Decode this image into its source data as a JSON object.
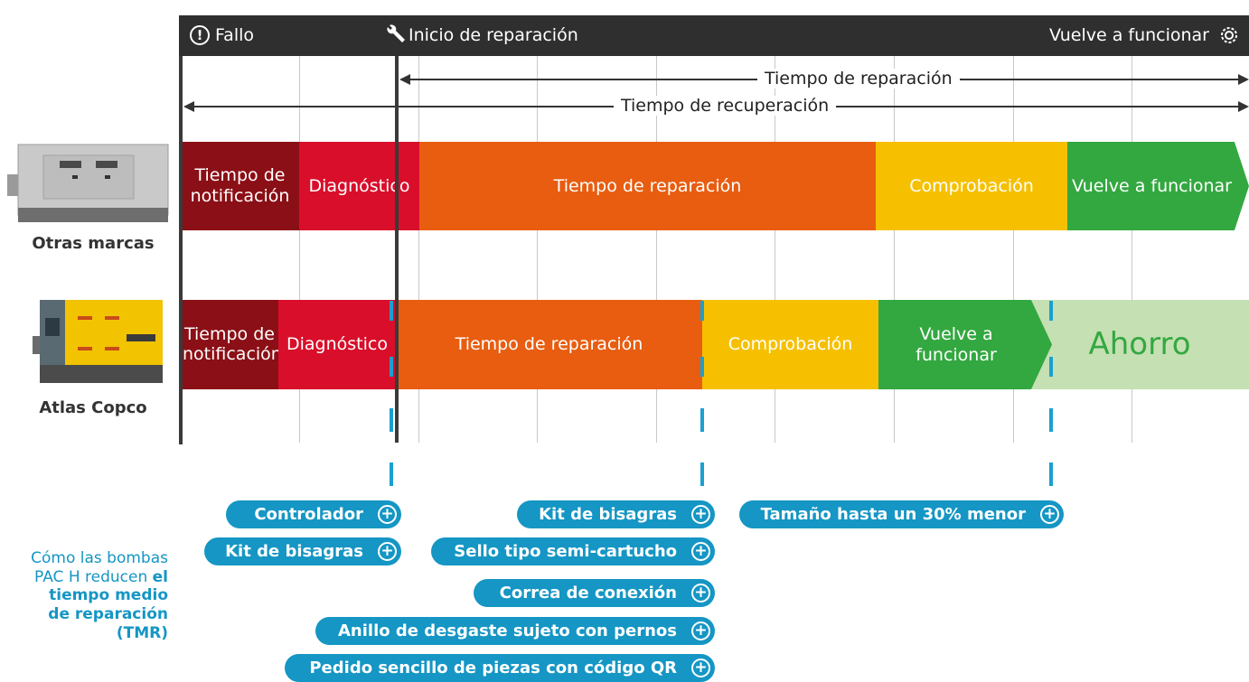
{
  "header": {
    "fallo": "Fallo",
    "inicio": "Inicio de reparación",
    "vuelve": "Vuelve a funcionar"
  },
  "spans": {
    "reparacion": "Tiempo de reparación",
    "recuperacion": "Tiempo de recuperación"
  },
  "rows": {
    "otras": {
      "label": "Otras marcas",
      "segments": [
        "Tiempo de notificación",
        "Diagnóstico",
        "Tiempo de reparación",
        "Comprobación",
        "Vuelve a funcionar"
      ]
    },
    "atlas": {
      "label": "Atlas Copco",
      "segments": [
        "Tiempo de notificación",
        "Diagnóstico",
        "Tiempo de reparación",
        "Comprobación",
        "Vuelve a funcionar",
        "Ahorro"
      ]
    }
  },
  "features": {
    "col1": [
      "Controlador",
      "Kit de bisagras"
    ],
    "col2": [
      "Kit de bisagras",
      "Sello tipo semi-cartucho",
      "Correa de conexión",
      "Anillo de desgaste sujeto con pernos",
      "Pedido sencillo de piezas con código QR"
    ],
    "col3": [
      "Tamaño hasta un 30% menor"
    ]
  },
  "caption": {
    "line1": "Cómo las bombas PAC H reducen ",
    "bold": "el tiempo medio de reparación (TMR)"
  },
  "colors": {
    "notificacion": "#8b0f16",
    "diagnostico": "#d90e2a",
    "reparacion": "#e85d10",
    "comprobacion": "#f6c000",
    "funcionar": "#33a840",
    "ahorro": "#c5e0b3",
    "accent": "#1596c4"
  }
}
